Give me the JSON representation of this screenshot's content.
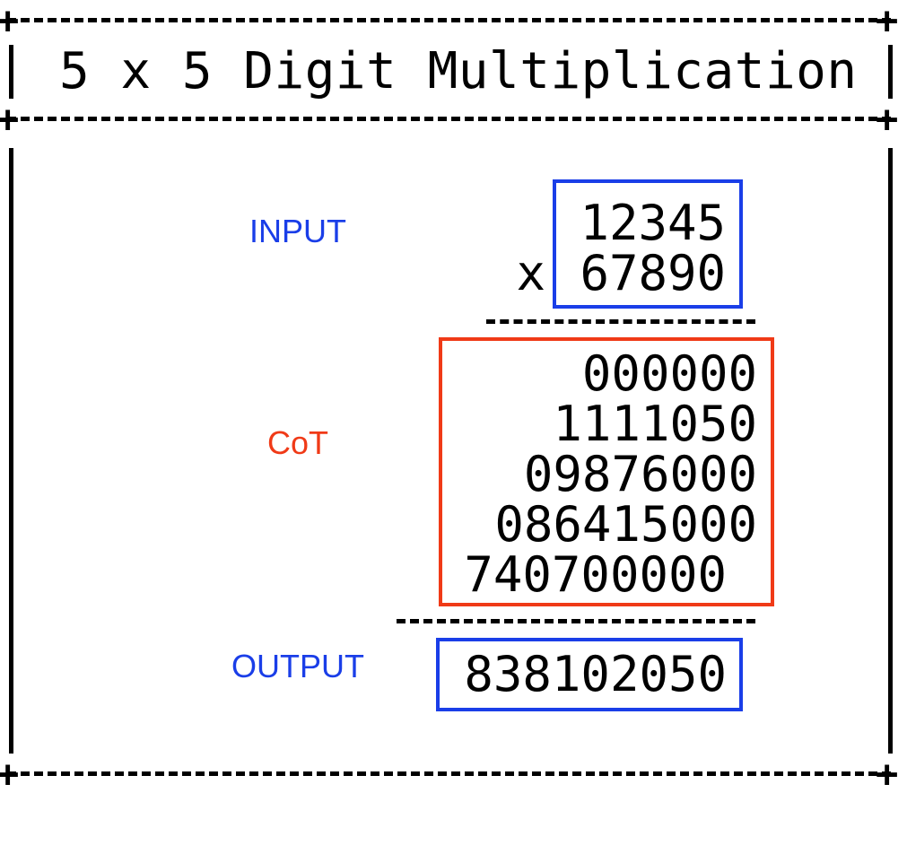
{
  "title": "5 x 5 Digit Multiplication",
  "labels": {
    "input": "INPUT",
    "cot": "CoT",
    "output": "OUTPUT"
  },
  "input": {
    "operand_a": "12345",
    "operator": "x",
    "operand_b": "67890"
  },
  "cot_lines": [
    "000000",
    "1111050",
    "09876000",
    "086415000",
    "740700000"
  ],
  "output": "838102050",
  "colors": {
    "input": "#1a3ee8",
    "cot": "#f03a17",
    "output": "#1a3ee8",
    "text": "#000000"
  }
}
